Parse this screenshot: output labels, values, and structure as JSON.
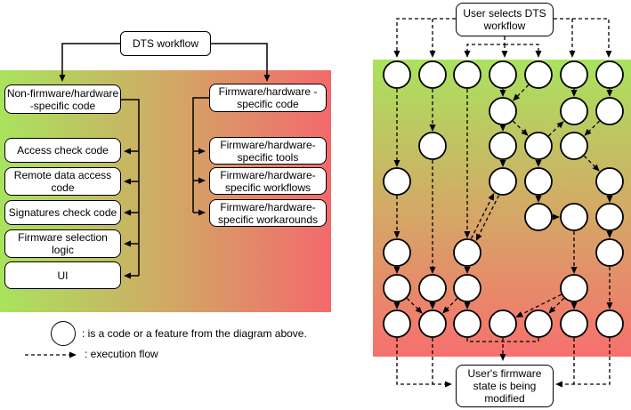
{
  "colors": {
    "gradient_green": "#a9e35e",
    "gradient_mid": "#d2a765",
    "gradient_red": "#f3696c",
    "gradient_red_bottom": "#f7706e",
    "line": "#000000",
    "node_fill": "#ffffff",
    "background": "#ffffff"
  },
  "left_diagram": {
    "root_label": "DTS workflow",
    "left_parent_label": "Non-firmware/hardware\n-specific code",
    "left_children": [
      "Access check code",
      "Remote data access\ncode",
      "Signatures check code",
      "Firmware selection\nlogic",
      "UI"
    ],
    "right_parent_label": "Firmware/hardware -\nspecific code",
    "right_children": [
      "Firmware/hardware-\nspecific tools",
      "Firmware/hardware-\nspecific workflows",
      "Firmware/hardware-\nspecific workarounds"
    ]
  },
  "legend": {
    "circle_label": ": is a code or a feature from the diagram above.",
    "arrow_label": ": execution flow"
  },
  "right_diagram": {
    "start_box_label": "User selects DTS\nworkflow",
    "end_box_label": "User's firmware\nstate is being\nmodified",
    "grid": {
      "col_x": [
        446,
        486,
        525,
        565,
        605,
        645,
        685
      ],
      "row_y": [
        84,
        125,
        164,
        204,
        244,
        284,
        324,
        364
      ],
      "radius": 15
    },
    "nodes": [
      [
        1,
        1
      ],
      [
        2,
        1
      ],
      [
        3,
        1
      ],
      [
        4,
        1
      ],
      [
        5,
        1
      ],
      [
        6,
        1
      ],
      [
        7,
        1
      ],
      [
        4,
        2
      ],
      [
        6,
        2
      ],
      [
        7,
        2
      ],
      [
        2,
        3
      ],
      [
        4,
        3
      ],
      [
        5,
        3
      ],
      [
        6,
        3
      ],
      [
        1,
        4
      ],
      [
        4,
        4
      ],
      [
        5,
        4
      ],
      [
        7,
        4
      ],
      [
        5,
        5
      ],
      [
        6,
        5
      ],
      [
        7,
        5
      ],
      [
        1,
        6
      ],
      [
        3,
        6
      ],
      [
        7,
        6
      ],
      [
        1,
        7
      ],
      [
        2,
        7
      ],
      [
        3,
        7
      ],
      [
        6,
        7
      ],
      [
        1,
        8
      ],
      [
        2,
        8
      ],
      [
        3,
        8
      ],
      [
        4,
        8
      ],
      [
        5,
        8
      ],
      [
        6,
        8
      ],
      [
        7,
        8
      ]
    ],
    "edges": [
      [
        [
          1,
          1
        ],
        [
          1,
          4
        ],
        0
      ],
      [
        [
          1,
          4
        ],
        [
          1,
          6
        ],
        0
      ],
      [
        [
          1,
          6
        ],
        [
          1,
          7
        ],
        0
      ],
      [
        [
          1,
          7
        ],
        [
          1,
          8
        ],
        0
      ],
      [
        [
          1,
          7
        ],
        [
          2,
          8
        ],
        0
      ],
      [
        [
          2,
          1
        ],
        [
          2,
          3
        ],
        0
      ],
      [
        [
          2,
          3
        ],
        [
          2,
          7
        ],
        0
      ],
      [
        [
          2,
          7
        ],
        [
          2,
          8
        ],
        0
      ],
      [
        [
          3,
          1
        ],
        [
          3,
          6
        ],
        0
      ],
      [
        [
          3,
          6
        ],
        [
          3,
          7
        ],
        0
      ],
      [
        [
          3,
          7
        ],
        [
          3,
          8
        ],
        0
      ],
      [
        [
          3,
          7
        ],
        [
          2,
          8
        ],
        0
      ],
      [
        [
          3,
          6
        ],
        [
          4,
          4
        ],
        3
      ],
      [
        [
          4,
          4
        ],
        [
          3,
          6
        ],
        3
      ],
      [
        [
          4,
          1
        ],
        [
          4,
          2
        ],
        0
      ],
      [
        [
          5,
          1
        ],
        [
          4,
          2
        ],
        0
      ],
      [
        [
          4,
          2
        ],
        [
          4,
          3
        ],
        0
      ],
      [
        [
          4,
          2
        ],
        [
          5,
          3
        ],
        0
      ],
      [
        [
          4,
          3
        ],
        [
          4,
          4
        ],
        0
      ],
      [
        [
          5,
          3
        ],
        [
          6,
          2
        ],
        0
      ],
      [
        [
          5,
          3
        ],
        [
          5,
          4
        ],
        0
      ],
      [
        [
          5,
          4
        ],
        [
          5,
          5
        ],
        0
      ],
      [
        [
          5,
          5
        ],
        [
          6,
          5
        ],
        0
      ],
      [
        [
          6,
          1
        ],
        [
          6,
          2
        ],
        0
      ],
      [
        [
          7,
          1
        ],
        [
          7,
          2
        ],
        0
      ],
      [
        [
          7,
          2
        ],
        [
          6,
          3
        ],
        0
      ],
      [
        [
          6,
          3
        ],
        [
          7,
          4
        ],
        0
      ],
      [
        [
          7,
          4
        ],
        [
          7,
          5
        ],
        0
      ],
      [
        [
          7,
          5
        ],
        [
          7,
          6
        ],
        0
      ],
      [
        [
          7,
          6
        ],
        [
          7,
          8
        ],
        0
      ],
      [
        [
          6,
          5
        ],
        [
          6,
          7
        ],
        0
      ],
      [
        [
          6,
          7
        ],
        [
          6,
          8
        ],
        0
      ],
      [
        [
          6,
          7
        ],
        [
          5,
          8
        ],
        0
      ],
      [
        [
          6,
          7
        ],
        [
          4,
          8
        ],
        0
      ]
    ],
    "fan_out": [
      {
        "pts": [
          [
            512,
            21
          ],
          [
            446,
            21
          ],
          [
            446,
            63
          ]
        ],
        "arrow": true
      },
      {
        "pts": [
          [
            486,
            21
          ],
          [
            486,
            63
          ]
        ],
        "arrow": true
      },
      {
        "pts": [
          [
            567,
            41
          ],
          [
            567,
            50
          ],
          [
            525,
            50
          ],
          [
            525,
            63
          ]
        ],
        "arrow": true
      },
      {
        "pts": [
          [
            567,
            50
          ],
          [
            567,
            63
          ]
        ],
        "arrow": true
      },
      {
        "pts": [
          [
            567,
            50
          ],
          [
            605,
            50
          ],
          [
            605,
            63
          ]
        ],
        "arrow": true
      },
      {
        "pts": [
          [
            622,
            21
          ],
          [
            684,
            21
          ],
          [
            684,
            63
          ]
        ],
        "arrow": true
      },
      {
        "pts": [
          [
            643,
            21
          ],
          [
            643,
            63
          ]
        ],
        "arrow": true
      }
    ],
    "fan_in": [
      {
        "pts": [
          [
            446,
            380
          ],
          [
            446,
            432
          ],
          [
            506,
            432
          ]
        ],
        "arrow": true
      },
      {
        "pts": [
          [
            486,
            380
          ],
          [
            486,
            432
          ]
        ],
        "arrow": false
      },
      {
        "pts": [
          [
            525,
            380
          ],
          [
            525,
            384
          ],
          [
            605,
            384
          ],
          [
            605,
            380
          ]
        ],
        "arrow": false
      },
      {
        "pts": [
          [
            565,
            380
          ],
          [
            565,
            404
          ]
        ],
        "arrow": true
      },
      {
        "pts": [
          [
            685,
            380
          ],
          [
            685,
            432
          ],
          [
            626,
            432
          ]
        ],
        "arrow": true
      },
      {
        "pts": [
          [
            645,
            380
          ],
          [
            645,
            432
          ]
        ],
        "arrow": false
      }
    ]
  }
}
